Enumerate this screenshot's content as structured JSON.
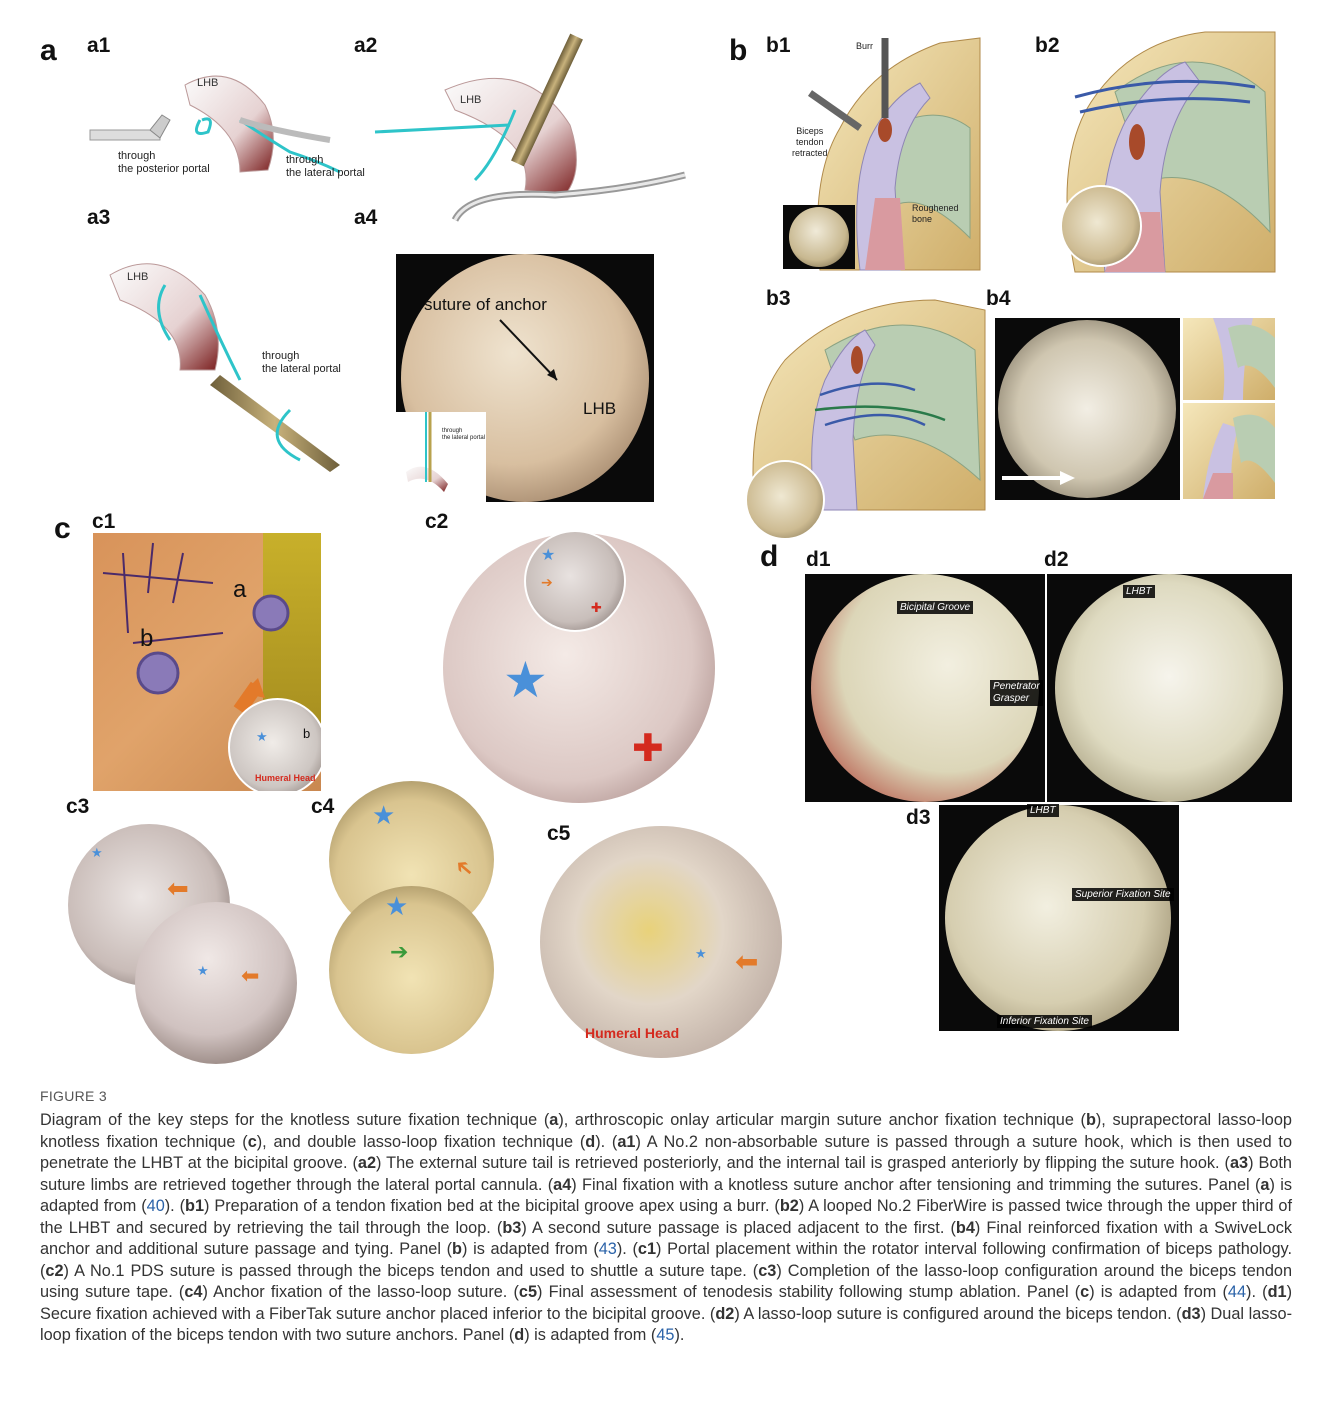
{
  "panels": {
    "a": {
      "label": "a",
      "sub": {
        "a1": "a1",
        "a2": "a2",
        "a3": "a3",
        "a4": "a4"
      },
      "annot_posterior": "through\nthe posterior portal",
      "annot_lateral_a1": "through\nthe lateral portal",
      "annot_lateral_a3": "through\nthe lateral portal",
      "lhb": "LHB",
      "a4_suture_text": "suture of anchor",
      "a4_lhb": "LHB",
      "a4_inset_text": "through\nthe lateral portal"
    },
    "b": {
      "label": "b",
      "sub": {
        "b1": "b1",
        "b2": "b2",
        "b3": "b3",
        "b4": "b4"
      },
      "burr": "Burr",
      "biceps": "Biceps\ntendon\nretracted",
      "roughened": "Roughened\nbone"
    },
    "c": {
      "label": "c",
      "sub": {
        "c1": "c1",
        "c2": "c2",
        "c3": "c3",
        "c4": "c4",
        "c5": "c5"
      },
      "portal_a": "a",
      "portal_b": "b",
      "inset_b": "b",
      "humeral_head_c1": "Humeral Head",
      "humeral_head_c5": "Humeral Head"
    },
    "d": {
      "label": "d",
      "sub": {
        "d1": "d1",
        "d2": "d2",
        "d3": "d3"
      },
      "bicipital_groove": "Bicipital Groove",
      "penetrator": "Penetrator\nGrasper",
      "lhbt_d2": "LHBT",
      "lhbt_d3": "LHBT",
      "superior": "Superior Fixation Site",
      "inferior": "Inferior Fixation Site"
    }
  },
  "figure": {
    "title": "FIGURE 3",
    "caption": [
      {
        "t": "Diagram of the key steps for the knotless suture fixation technique ("
      },
      {
        "t": "a",
        "b": true
      },
      {
        "t": "), arthroscopic onlay articular margin suture anchor fixation technique ("
      },
      {
        "t": "b",
        "b": true
      },
      {
        "t": "), suprapectoral lasso-loop knotless fixation technique ("
      },
      {
        "t": "c",
        "b": true
      },
      {
        "t": "), and double lasso-loop fixation technique ("
      },
      {
        "t": "d",
        "b": true
      },
      {
        "t": "). ("
      },
      {
        "t": "a1",
        "b": true
      },
      {
        "t": ") A No.2 non-absorbable suture is passed through a suture hook, which is then used to penetrate the LHBT at the bicipital groove. ("
      },
      {
        "t": "a2",
        "b": true
      },
      {
        "t": ") The external suture tail is retrieved posteriorly, and the internal tail is grasped anteriorly by flipping the suture hook. ("
      },
      {
        "t": "a3",
        "b": true
      },
      {
        "t": ") Both suture limbs are retrieved together through the lateral portal cannula. ("
      },
      {
        "t": "a4",
        "b": true
      },
      {
        "t": ") Final fixation with a knotless suture anchor after tensioning and trimming the sutures. Panel ("
      },
      {
        "t": "a",
        "b": true
      },
      {
        "t": ") is adapted from ("
      },
      {
        "t": "40",
        "r": true
      },
      {
        "t": "). ("
      },
      {
        "t": "b1",
        "b": true
      },
      {
        "t": ") Preparation of a tendon fixation bed at the bicipital groove apex using a burr. ("
      },
      {
        "t": "b2",
        "b": true
      },
      {
        "t": ") A looped No.2 FiberWire is passed twice through the upper third of the LHBT and secured by retrieving the tail through the loop. ("
      },
      {
        "t": "b3",
        "b": true
      },
      {
        "t": ") A second suture passage is placed adjacent to the first. ("
      },
      {
        "t": "b4",
        "b": true
      },
      {
        "t": ") Final reinforced fixation with a SwiveLock anchor and additional suture passage and tying. Panel ("
      },
      {
        "t": "b",
        "b": true
      },
      {
        "t": ") is adapted from ("
      },
      {
        "t": "43",
        "r": true
      },
      {
        "t": "). ("
      },
      {
        "t": "c1",
        "b": true
      },
      {
        "t": ") Portal placement within the rotator interval following confirmation of biceps pathology. ("
      },
      {
        "t": "c2",
        "b": true
      },
      {
        "t": ") A No.1 PDS suture is passed through the biceps tendon and used to shuttle a suture tape. ("
      },
      {
        "t": "c3",
        "b": true
      },
      {
        "t": ") Completion of the lasso-loop configuration around the biceps tendon using suture tape. ("
      },
      {
        "t": "c4",
        "b": true
      },
      {
        "t": ") Anchor fixation of the lasso-loop suture. ("
      },
      {
        "t": "c5",
        "b": true
      },
      {
        "t": ") Final assessment of tenodesis stability following stump ablation. Panel ("
      },
      {
        "t": "c",
        "b": true
      },
      {
        "t": ") is adapted from ("
      },
      {
        "t": "44",
        "r": true
      },
      {
        "t": "). ("
      },
      {
        "t": "d1",
        "b": true
      },
      {
        "t": ") Secure fixation achieved with a FiberTak suture anchor placed inferior to the bicipital groove. ("
      },
      {
        "t": "d2",
        "b": true
      },
      {
        "t": ") A lasso-loop suture is configured around the biceps tendon. ("
      },
      {
        "t": "d3",
        "b": true
      },
      {
        "t": ") Dual lasso-loop fixation of the biceps tendon with two suture anchors. Panel ("
      },
      {
        "t": "d",
        "b": true
      },
      {
        "t": ") is adapted from ("
      },
      {
        "t": "45",
        "r": true
      },
      {
        "t": ")."
      }
    ]
  },
  "colors": {
    "suture_cyan": "#2ec4c9",
    "tendon_red": "#8a2a2a",
    "bone": "#e7d29a",
    "cartilage": "#b9cdb2",
    "tendon_purple": "#b8aed8",
    "skin": "#d99a55",
    "star_blue": "#4a90d9",
    "arrow_orange": "#e37a2a",
    "arrow_green": "#3a9a3a",
    "cross_red": "#d42a1e",
    "link_blue": "#2a62a8"
  },
  "icons": [
    "star-icon",
    "arrow-icon",
    "cross-icon"
  ]
}
